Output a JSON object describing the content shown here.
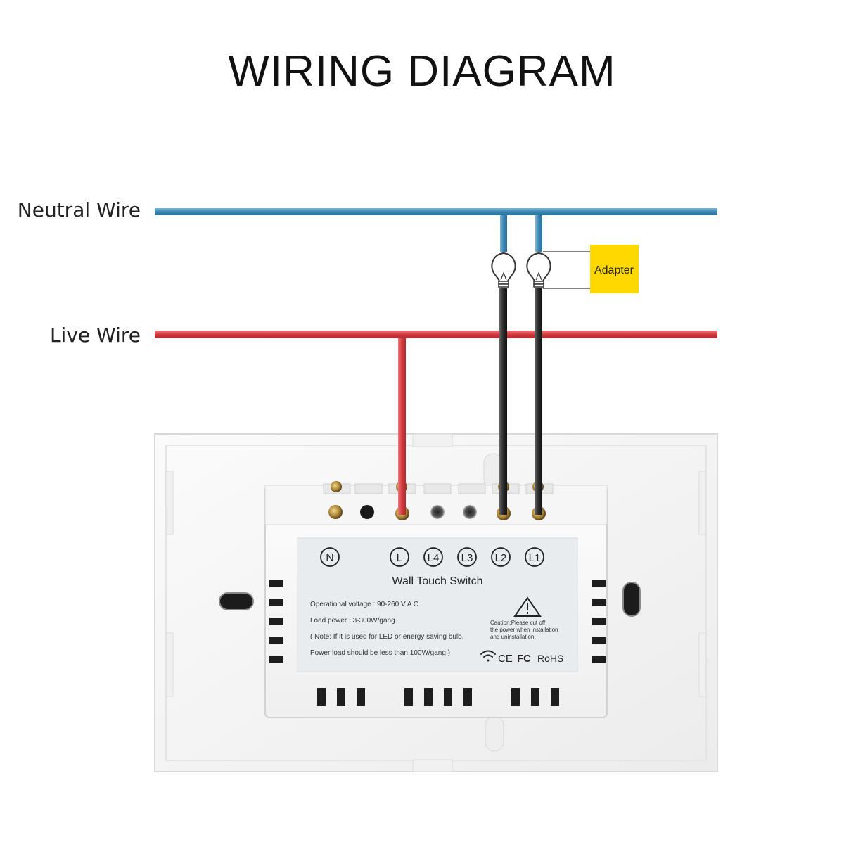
{
  "title": "WIRING DIAGRAM",
  "wires": {
    "neutral_label": "Neutral Wire",
    "live_label": "Live Wire",
    "neutral_color": "#3a87b4",
    "live_color": "#d33a3f",
    "load_color": "#2a2a2a"
  },
  "adapter": {
    "label": "Adapter",
    "color": "#ffd800"
  },
  "terminals": [
    "N",
    "L",
    "L4",
    "L3",
    "L2",
    "L1"
  ],
  "module_label": {
    "name": "Wall Touch Switch",
    "spec_voltage": "Operational voltage : 90-260 V A C",
    "spec_load": "Load power : 3-300W/gang.",
    "note_1": "( Note: If it is used for LED or energy saving bulb,",
    "note_2": "Power load should be less than 100W/gang )",
    "caution_1": "Caution:Please cut off",
    "caution_2": "the power when installation",
    "caution_3": "and uninstallation.",
    "cert_ce": "CE",
    "cert_fc": "FC",
    "cert_rohs": "RoHS"
  }
}
